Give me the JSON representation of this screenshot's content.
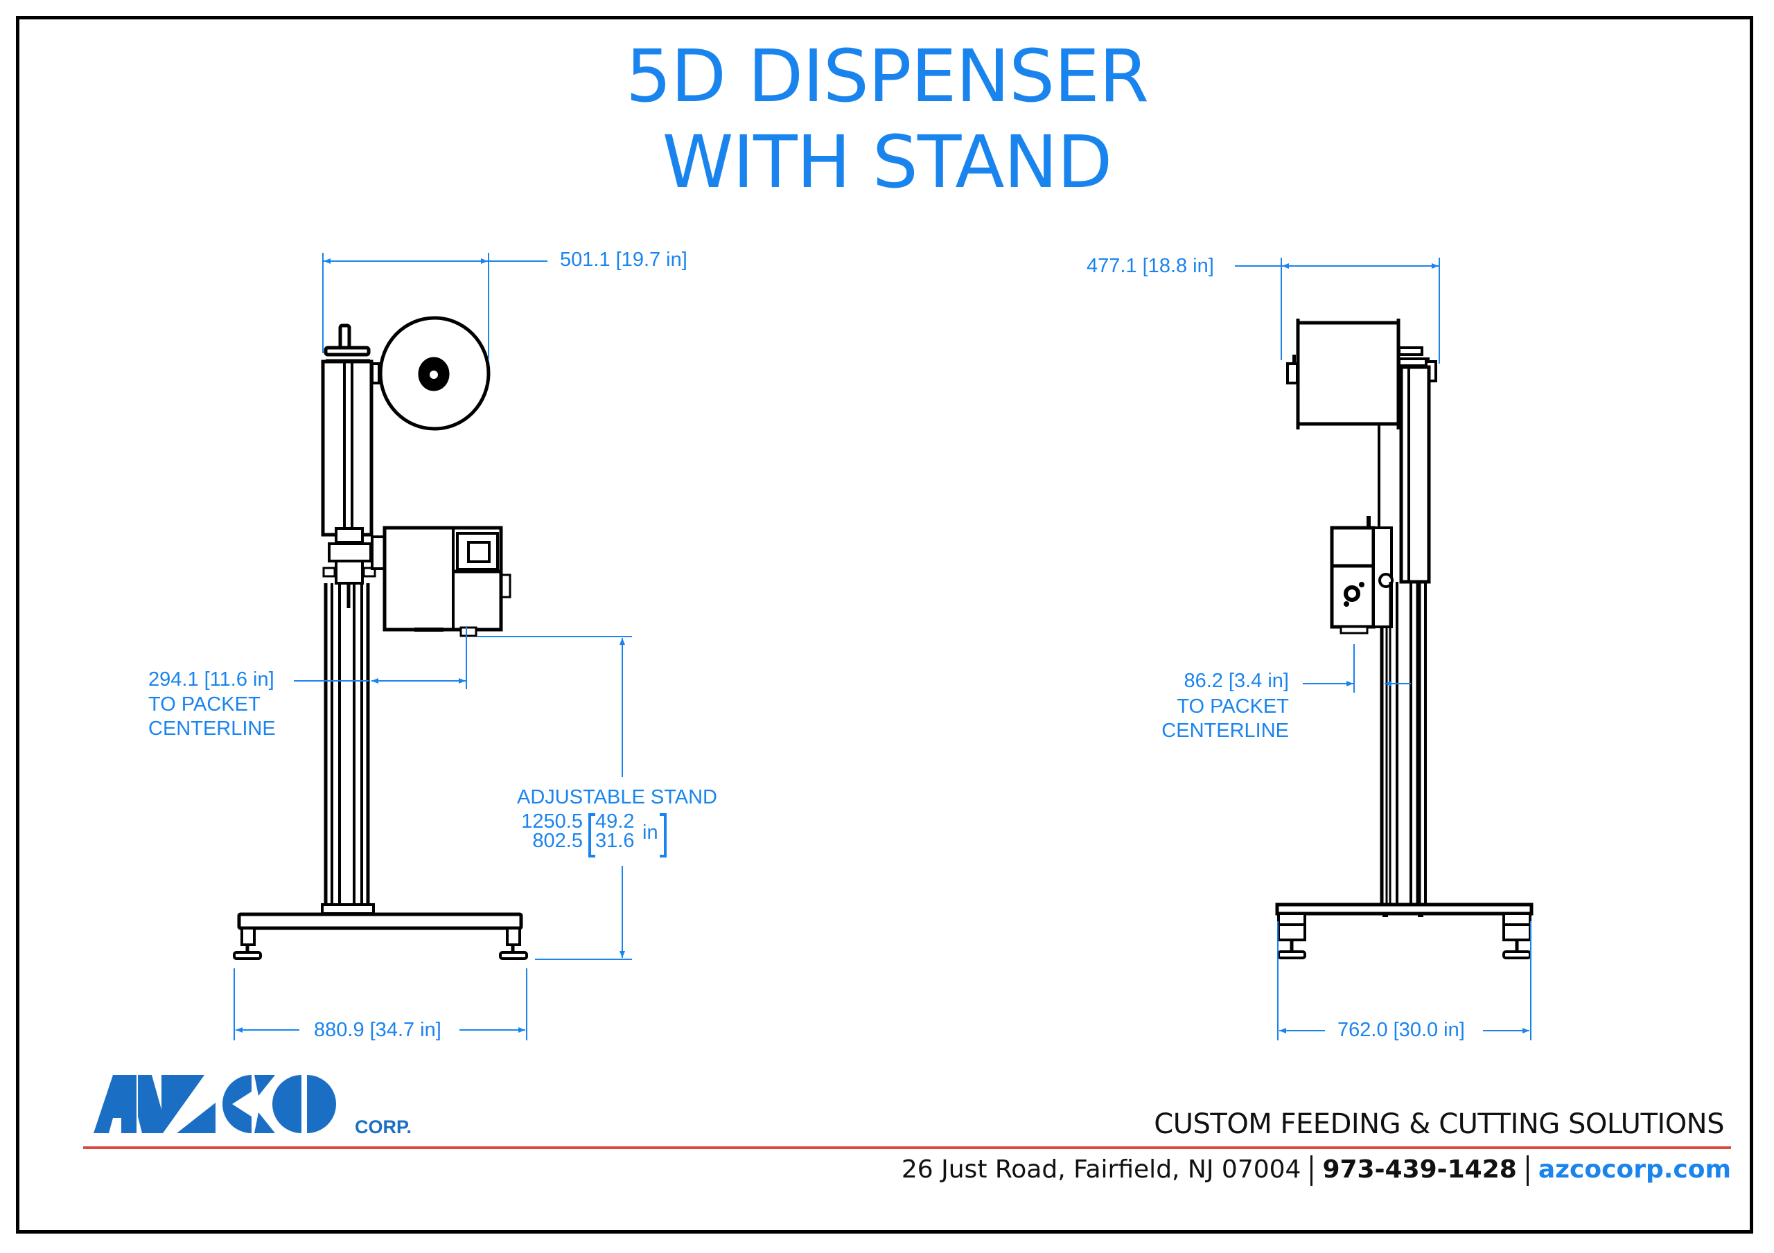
{
  "page": {
    "title_line1": "5D DISPENSER",
    "title_line2": "WITH STAND",
    "accent_color": "#1a84ee",
    "line_color": "#000000",
    "rule_color": "#d94a42"
  },
  "front_view": {
    "width_dim": "501.1 [19.7 in]",
    "offset_dim": "294.1 [11.6 in]",
    "offset_note_line1": "TO PACKET",
    "offset_note_line2": "CENTERLINE",
    "stand_label": "ADJUSTABLE STAND",
    "stand_max_mm": "1250.5",
    "stand_min_mm": "802.5",
    "stand_max_in": "49.2",
    "stand_min_in": "31.6",
    "stand_unit": "in",
    "base_dim": "880.9 [34.7 in]"
  },
  "side_view": {
    "width_dim": "477.1 [18.8 in]",
    "offset_dim": "86.2 [3.4 in]",
    "offset_note_line1": "TO PACKET",
    "offset_note_line2": "CENTERLINE",
    "base_dim": "762.0 [30.0 in]"
  },
  "footer": {
    "logo_text": "AZCO",
    "logo_suffix": "CORP.",
    "tagline": "CUSTOM FEEDING & CUTTING SOLUTIONS",
    "address": "26 Just Road, Fairfield, NJ 07004",
    "phone": "973-439-1428",
    "website": "azcocorp.com"
  }
}
